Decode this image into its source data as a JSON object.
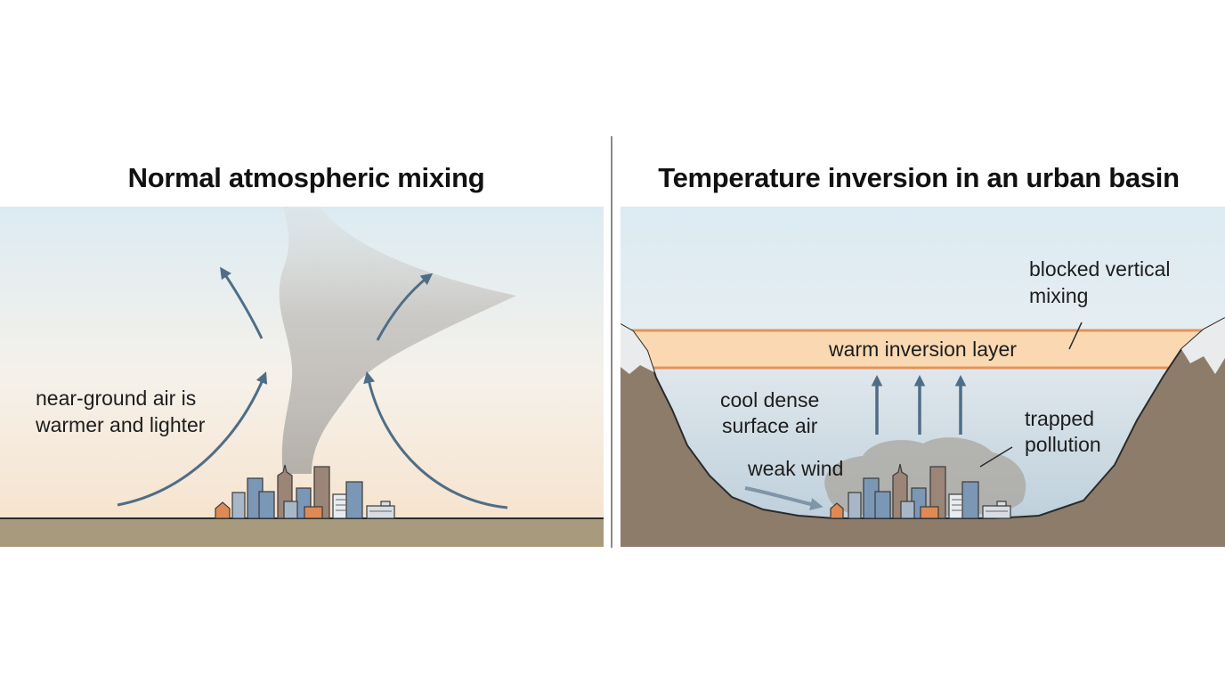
{
  "left_panel": {
    "title": "Normal atmospheric mixing",
    "labels": {
      "near_ground_line1": "near-ground air is",
      "near_ground_line2": "warmer and lighter"
    }
  },
  "right_panel": {
    "title": "Temperature inversion in an urban basin",
    "labels": {
      "blocked_line1": "blocked vertical",
      "blocked_line2": "mixing",
      "inversion_layer": "warm inversion layer",
      "cool_line1": "cool dense",
      "cool_line2": "surface air",
      "trapped_line1": "trapped",
      "trapped_line2": "pollution",
      "weak_wind": "weak wind"
    }
  },
  "colors": {
    "sky_top": "#dcebf3",
    "sky_bottom": "#f7e1c9",
    "ground_left": "#a89a7d",
    "ground_right": "#8e7c6b",
    "arrow": "#4f6d86",
    "inversion_layer": "#fad9b2",
    "inversion_edge": "#e3935a",
    "smoke": "#b9b7b3",
    "cool_air": "#c7d6e0",
    "building_orange": "#df8a55",
    "building_blue": "#7b97b6",
    "building_brown": "#9a8577"
  }
}
